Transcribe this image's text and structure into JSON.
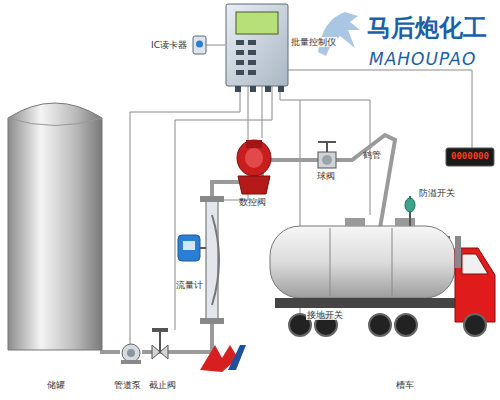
{
  "diagram": {
    "labels": [
      "IC读卡器",
      "批量控制仪",
      "数控阀",
      "球阀",
      "鹤管",
      "防溢开关",
      "流量计",
      "截止阀",
      "管道泵",
      "储罐",
      "接地开关",
      "槽车",
      "0000000",
      "马后炮化工",
      "MAHOUPAO"
    ]
  }
}
